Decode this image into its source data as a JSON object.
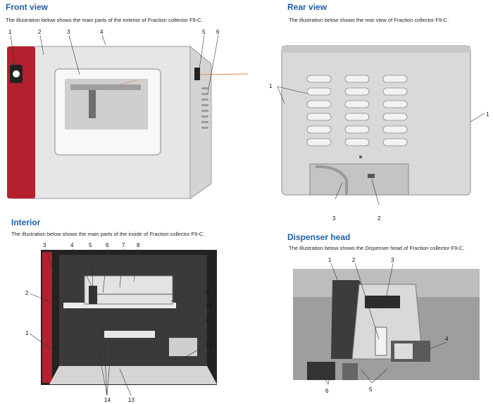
{
  "front": {
    "title": "Front view",
    "description": "The illustration below shows the main parts of the exterior of Fraction collector F9-C.",
    "callouts": [
      "1",
      "2",
      "3",
      "4",
      "5",
      "6"
    ]
  },
  "rear": {
    "title": "Rear view",
    "description": "The illustration below shows the rear view of Fraction collector F9-C.",
    "callouts": [
      "1",
      "1",
      "3",
      "2"
    ]
  },
  "interior": {
    "title": "Interior",
    "description": "The illustration below shows the main parts of the inside of Fraction collector F9-C.",
    "callouts": [
      "3",
      "4",
      "5",
      "6",
      "7",
      "8",
      "2",
      "9",
      "10",
      "11",
      "1",
      "12",
      "14",
      "13"
    ]
  },
  "dispenser": {
    "title": "Dispenser head",
    "description": "The illustration below shows the Dispenser head of Fraction collector F9-C.",
    "callouts": [
      "1",
      "2",
      "3",
      "4",
      "6",
      "5"
    ]
  },
  "colors": {
    "title_blue": "#1f5fa8",
    "brand_red": "#b5202e"
  }
}
